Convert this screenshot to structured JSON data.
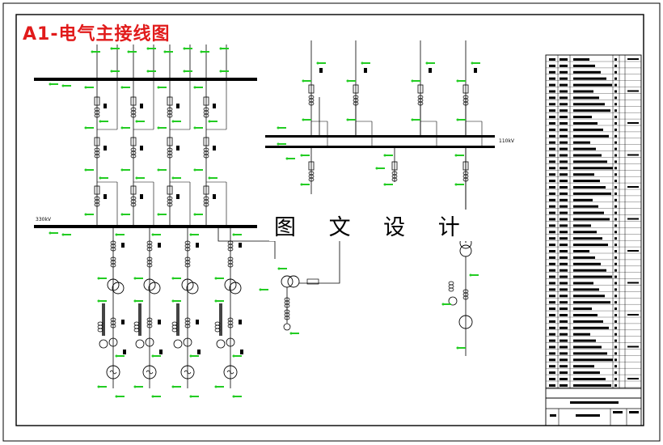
{
  "title": "A1-电气主接线图",
  "watermark": "图 文 设 计",
  "bus_labels": {
    "left_lower": "330kV",
    "right_bus": "110kV"
  },
  "colors": {
    "frame": "#000000",
    "accent_green": "#22cc22",
    "title_red": "#e11b1b"
  }
}
